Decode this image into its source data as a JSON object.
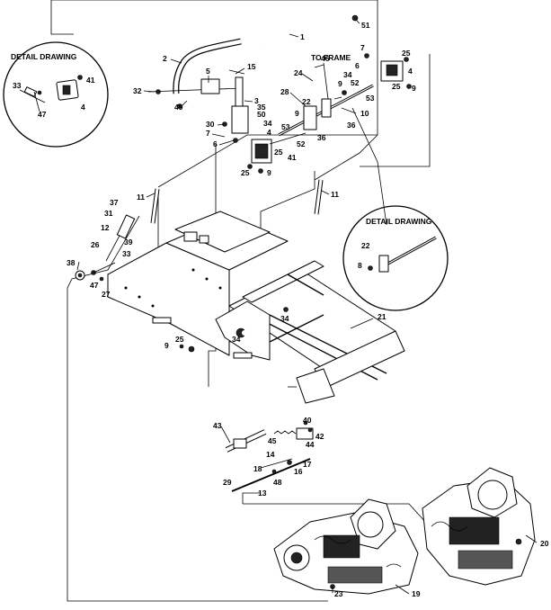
{
  "detail_labels": {
    "left": "DETAIL DRAWING",
    "right": "DETAIL DRAWING",
    "to_frame": "TO FRAME"
  },
  "callouts": [
    "51",
    "1",
    "2",
    "5",
    "15",
    "32",
    "49",
    "3",
    "35",
    "50",
    "34",
    "30",
    "7",
    "6",
    "4",
    "25",
    "41",
    "9",
    "53",
    "52",
    "36",
    "28",
    "22",
    "24",
    "46",
    "8",
    "10",
    "11",
    "37",
    "31",
    "26",
    "12",
    "39",
    "33",
    "38",
    "47",
    "27",
    "21",
    "43",
    "45",
    "14",
    "18",
    "13",
    "29",
    "48",
    "16",
    "17",
    "40",
    "42",
    "44",
    "20",
    "19",
    "23"
  ],
  "colors": {
    "line": "#000000",
    "background": "#ffffff",
    "fill_dark": "#222222"
  }
}
